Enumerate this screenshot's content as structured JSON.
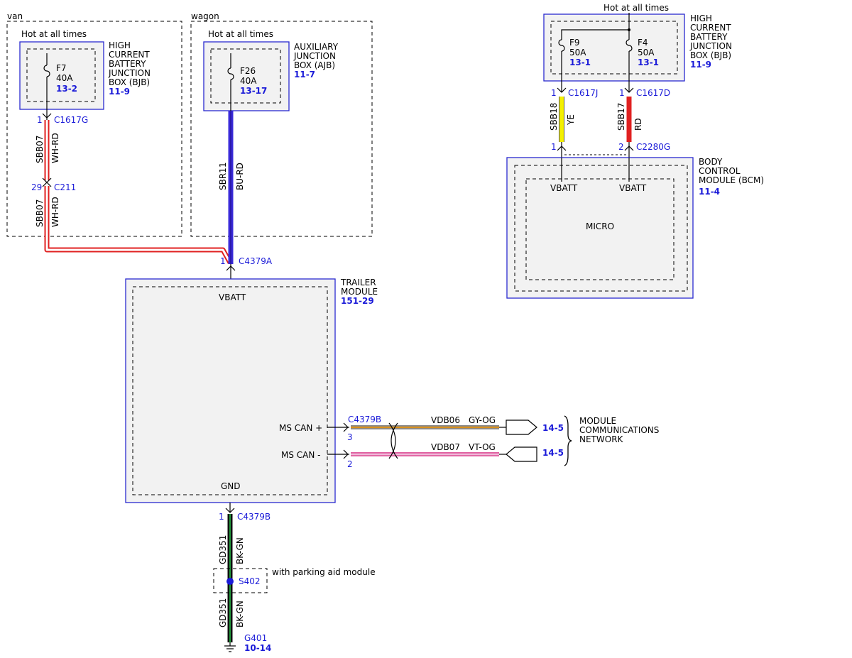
{
  "regions": {
    "van": "van",
    "wagon": "wagon"
  },
  "hot_labels": {
    "van": "Hot at all times",
    "wagon": "Hot at all times",
    "right": "Hot at all times"
  },
  "van_bjb": {
    "name_lines": [
      "HIGH",
      "CURRENT",
      "BATTERY",
      "JUNCTION",
      "BOX (BJB)"
    ],
    "ref": "11-9",
    "fuse": {
      "name": "F7",
      "rating": "40A",
      "ref": "13-2"
    }
  },
  "wagon_ajb": {
    "name_lines": [
      "AUXILIARY",
      "JUNCTION",
      "BOX (AJB)"
    ],
    "ref": "11-7",
    "fuse": {
      "name": "F26",
      "rating": "40A",
      "ref": "13-17"
    }
  },
  "right_bjb": {
    "name_lines": [
      "HIGH",
      "CURRENT",
      "BATTERY",
      "JUNCTION",
      "BOX (BJB)"
    ],
    "ref": "11-9",
    "fuses": [
      {
        "name": "F9",
        "rating": "50A",
        "ref": "13-1"
      },
      {
        "name": "F4",
        "rating": "50A",
        "ref": "13-1"
      }
    ]
  },
  "bcm": {
    "name_lines": [
      "BODY",
      "CONTROL",
      "MODULE (BCM)"
    ],
    "ref": "11-4",
    "pin_labels": [
      "VBATT",
      "VBATT"
    ],
    "inner_label": "MICRO"
  },
  "trailer_module": {
    "name_lines": [
      "TRAILER",
      "MODULE"
    ],
    "ref": "151-29",
    "pin_labels": {
      "vbatt": "VBATT",
      "ms_can_plus": "MS CAN +",
      "ms_can_minus": "MS CAN -",
      "gnd": "GND"
    }
  },
  "connectors": {
    "c1617g": {
      "pin": "1",
      "name": "C1617G"
    },
    "c211": {
      "pin": "29",
      "name": "C211"
    },
    "c4379a": {
      "pin": "1",
      "name": "C4379A"
    },
    "c1617j": {
      "pin": "1",
      "name": "C1617J"
    },
    "c1617d": {
      "pin": "1",
      "name": "C1617D"
    },
    "c2280g_left": {
      "pin": "1"
    },
    "c2280g_right": {
      "pin": "2",
      "name": "C2280G"
    },
    "c4379b_can": {
      "name": "C4379B",
      "pin_plus": "3",
      "pin_minus": "2"
    },
    "c4379b_gnd": {
      "pin": "1",
      "name": "C4379B"
    }
  },
  "wires": {
    "van_upper": {
      "circuit": "SBB07",
      "color": "WH-RD"
    },
    "van_lower": {
      "circuit": "SBB07",
      "color": "WH-RD"
    },
    "wagon": {
      "circuit": "SBR11",
      "color": "BU-RD"
    },
    "sbb18": {
      "circuit": "SBB18",
      "color": "YE"
    },
    "sbb17": {
      "circuit": "SBB17",
      "color": "RD"
    },
    "vdb06": {
      "circuit": "VDB06",
      "color": "GY-OG"
    },
    "vdb07": {
      "circuit": "VDB07",
      "color": "VT-OG"
    },
    "gd351_upper": {
      "circuit": "GD351",
      "color": "BK-GN"
    },
    "gd351_lower": {
      "circuit": "GD351",
      "color": "BK-GN"
    }
  },
  "network": {
    "ref_plus": "14-5",
    "ref_minus": "14-5",
    "name_lines": [
      "MODULE",
      "COMMUNICATIONS",
      "NETWORK"
    ]
  },
  "splice": {
    "name": "S402",
    "note": "with parking aid module"
  },
  "ground": {
    "name": "G401",
    "ref": "10-14"
  },
  "wire_colors": {
    "white": "#ffffff",
    "red": "#e02020",
    "blue": "#3a2ad8",
    "yellow": "#f4f000",
    "gray": "#9c9c9c",
    "orange": "#e08a1e",
    "violet": "#e89ad0",
    "black": "#111111",
    "green": "#1f9a3a",
    "link": "#1a1ad8"
  }
}
